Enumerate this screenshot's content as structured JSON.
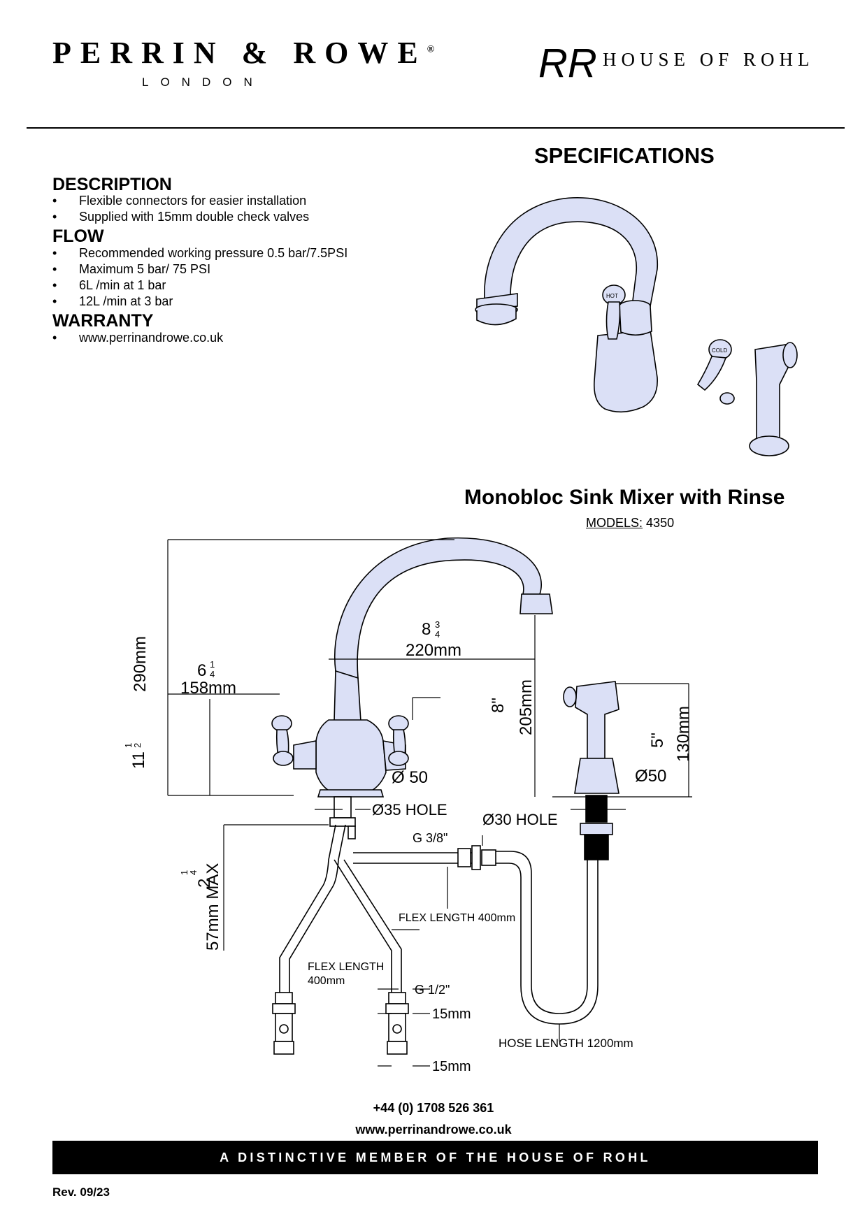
{
  "header": {
    "brand_name": "PERRIN & ROWE",
    "registered_mark": "®",
    "brand_sub": "LONDON",
    "monogram": "RR",
    "partner_name": "HOUSE OF ROHL"
  },
  "spec_title": "SPECIFICATIONS",
  "sections": [
    {
      "heading": "DESCRIPTION",
      "items": [
        "Flexible connectors for easier installation",
        "Supplied with 15mm double check valves"
      ]
    },
    {
      "heading": "FLOW",
      "items": [
        "Recommended working pressure 0.5 bar/7.5PSI",
        "Maximum 5 bar/ 75 PSI",
        "6L /min at 1 bar",
        "12L /min at 3 bar"
      ]
    },
    {
      "heading": "WARRANTY",
      "items": [
        "www.perrinandrowe.co.uk"
      ]
    }
  ],
  "product": {
    "name": "Monobloc Sink Mixer with Rinse",
    "models_label": "MODELS:",
    "models_value": "4350",
    "handle_hot": "HOT",
    "handle_cold": "COLD"
  },
  "dimensions": {
    "height_in_whole": "11",
    "height_in_frac_num": "1",
    "height_in_frac_den": "2",
    "height_mm": "290mm",
    "handle_in_whole": "6",
    "handle_in_frac_num": "1",
    "handle_in_frac_den": "4",
    "handle_mm": "158mm",
    "reach_in_whole": "8",
    "reach_in_frac_num": "3",
    "reach_in_frac_den": "4",
    "reach_mm": "220mm",
    "spout_height_in": "8\"",
    "spout_height_mm": "205mm",
    "base_dia": "Ø 50",
    "hole_tap": "Ø35 HOLE",
    "rinse_height_in": "5\"",
    "rinse_height_mm": "130mm",
    "rinse_base_dia": "Ø50",
    "hole_rinse": "Ø30 HOLE",
    "thread_rinse": "G 3/8\"",
    "deck_in_whole": "2",
    "deck_in_frac_num": "1",
    "deck_in_frac_den": "4",
    "deck_mm": "57mm MAX",
    "flex_rinse": "FLEX LENGTH 400mm",
    "flex_tap_1": "FLEX LENGTH",
    "flex_tap_2": "400mm",
    "thread_tap": "G 1/2\"",
    "valve_1": "15mm",
    "valve_2": "15mm",
    "hose": "HOSE LENGTH 1200mm"
  },
  "footer": {
    "phone": "+44 (0) 1708 526 361",
    "website": "www.perrinandrowe.co.uk",
    "tagline": "A DISTINCTIVE MEMBER OF THE HOUSE OF ROHL",
    "revision": "Rev. 09/23"
  },
  "colors": {
    "product_fill": "#dbe0f6",
    "ink": "#000000"
  }
}
